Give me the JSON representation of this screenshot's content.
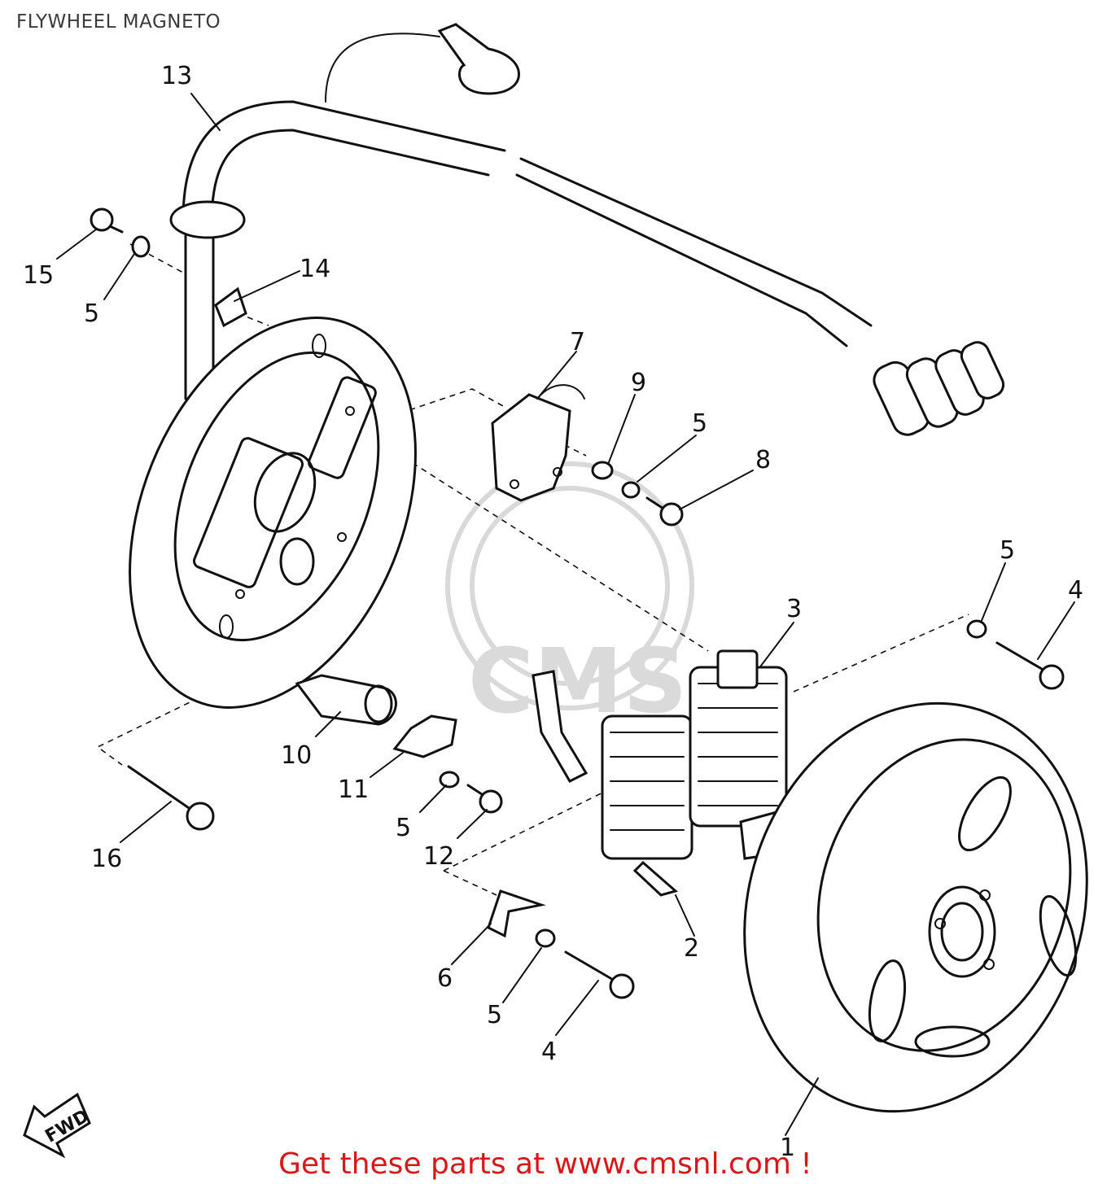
{
  "title": "FLYWHEEL MAGNETO",
  "footer": "Get these parts at www.cmsnl.com !",
  "colors": {
    "footer_text": "#d81818",
    "title_text": "#3a3a3a",
    "line_art": "#111111"
  },
  "parts": [
    {
      "id": "p1",
      "number": "1"
    },
    {
      "id": "p2",
      "number": "2"
    },
    {
      "id": "p3",
      "number": "3"
    },
    {
      "id": "p4a",
      "number": "4"
    },
    {
      "id": "p4b",
      "number": "4"
    },
    {
      "id": "p5a",
      "number": "5"
    },
    {
      "id": "p5b",
      "number": "5"
    },
    {
      "id": "p5c",
      "number": "5"
    },
    {
      "id": "p5d",
      "number": "5"
    },
    {
      "id": "p5e",
      "number": "5"
    },
    {
      "id": "p6",
      "number": "6"
    },
    {
      "id": "p7",
      "number": "7"
    },
    {
      "id": "p8",
      "number": "8"
    },
    {
      "id": "p9",
      "number": "9"
    },
    {
      "id": "p10",
      "number": "10"
    },
    {
      "id": "p11",
      "number": "11"
    },
    {
      "id": "p12",
      "number": "12"
    },
    {
      "id": "p13",
      "number": "13"
    },
    {
      "id": "p14",
      "number": "14"
    },
    {
      "id": "p15",
      "number": "15"
    },
    {
      "id": "p16",
      "number": "16"
    }
  ],
  "fwd_label": "FWD",
  "watermark_text": "CMS"
}
